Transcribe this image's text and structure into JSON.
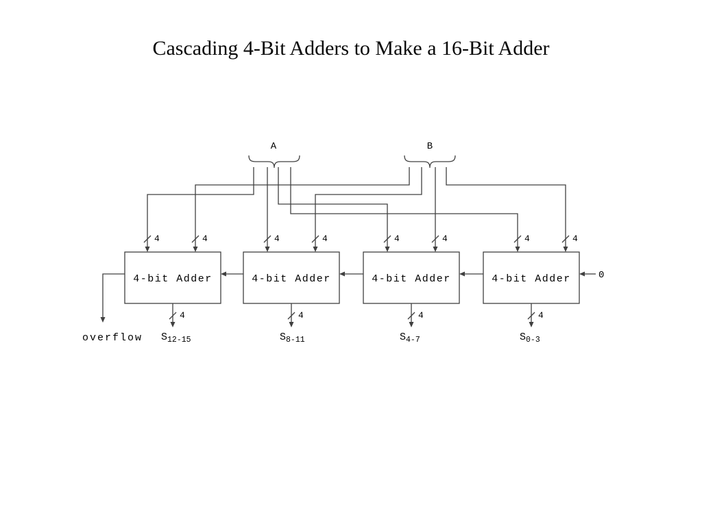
{
  "title": "Cascading 4-Bit Adders to Make a 16-Bit Adder",
  "diagram": {
    "bus_a": "A",
    "bus_b": "B",
    "adders": [
      {
        "label": "4-bit Adder",
        "left_width": "4",
        "right_width": "4",
        "output_width": "4",
        "sum_base": "S",
        "sum_sub": "12-15"
      },
      {
        "label": "4-bit Adder",
        "left_width": "4",
        "right_width": "4",
        "output_width": "4",
        "sum_base": "S",
        "sum_sub": "8-11"
      },
      {
        "label": "4-bit Adder",
        "left_width": "4",
        "right_width": "4",
        "output_width": "4",
        "sum_base": "S",
        "sum_sub": "4-7"
      },
      {
        "label": "4-bit Adder",
        "left_width": "4",
        "right_width": "4",
        "output_width": "4",
        "sum_base": "S",
        "sum_sub": "0-3"
      }
    ],
    "carry_in": "0",
    "overflow": "overflow"
  },
  "colors": {
    "background": "#ffffff",
    "line": "#404040",
    "text": "#000000"
  }
}
